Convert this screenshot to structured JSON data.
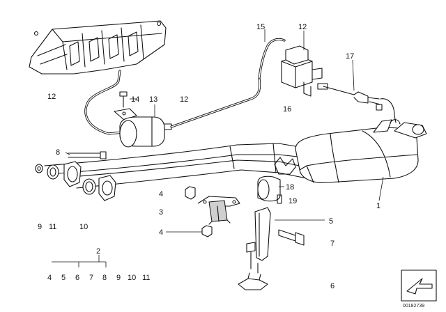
{
  "labels": {
    "l1": "1",
    "l2": "2",
    "l3": "3",
    "l4a": "4",
    "l4b": "4",
    "l5": "5",
    "l6": "6",
    "l7": "7",
    "l8": "8",
    "l9": "9",
    "l10": "10",
    "l11": "11",
    "l12a": "12",
    "l12b": "12",
    "l12c": "12",
    "l13": "13",
    "l14": "14",
    "l15": "15",
    "l16": "16",
    "l17": "17",
    "l18": "18",
    "l19": "19"
  },
  "legend_row": [
    "4",
    "5",
    "6",
    "7",
    "8",
    "9",
    "10",
    "11"
  ],
  "legend_parent": "2",
  "doc_number": "00182739"
}
